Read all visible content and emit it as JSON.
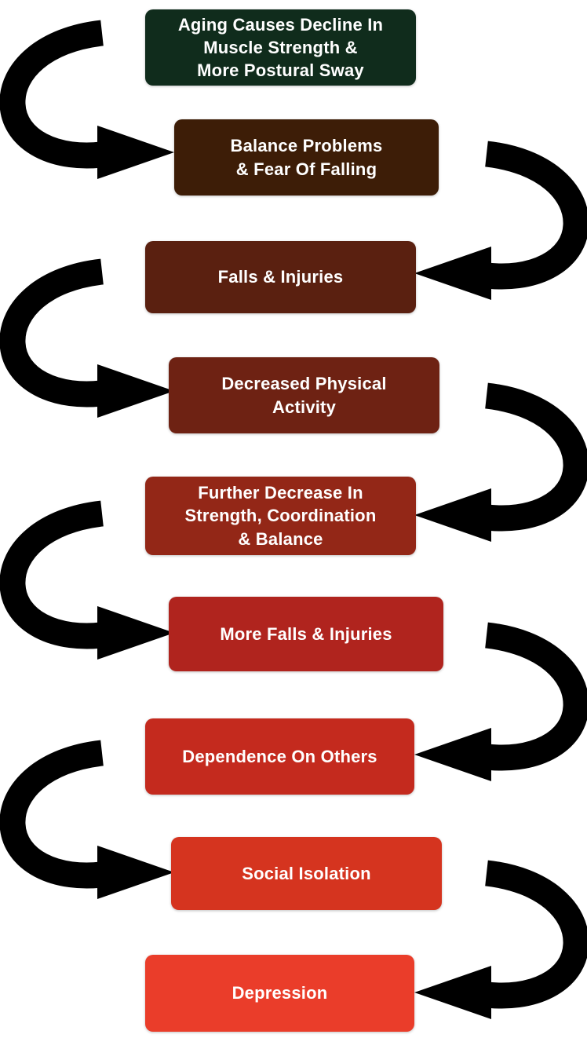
{
  "figure": {
    "background_color": "#ffffff",
    "arrow_color": "#000000",
    "text_color": "#ffffff",
    "boxes": [
      {
        "id": "aging-decline",
        "label": "Aging Causes Decline In\nMuscle Strength &\nMore Postural Sway",
        "color": "#102c1c"
      },
      {
        "id": "balance-problems",
        "label": "Balance Problems\n& Fear Of Falling",
        "color": "#3d1d07"
      },
      {
        "id": "falls-injuries",
        "label": "Falls & Injuries",
        "color": "#5a2010"
      },
      {
        "id": "decreased-physical-activity",
        "label": "Decreased Physical\nActivity",
        "color": "#6e2213"
      },
      {
        "id": "further-decrease",
        "label": "Further Decrease In\nStrength, Coordination\n& Balance",
        "color": "#932717"
      },
      {
        "id": "more-falls-injuries",
        "label": "More Falls & Injuries",
        "color": "#b0241e"
      },
      {
        "id": "dependence-on-others",
        "label": "Dependence On Others",
        "color": "#c42a1e"
      },
      {
        "id": "social-isolation",
        "label": "Social Isolation",
        "color": "#d5341f"
      },
      {
        "id": "depression",
        "label": "Depression",
        "color": "#ea3d2a"
      }
    ]
  }
}
